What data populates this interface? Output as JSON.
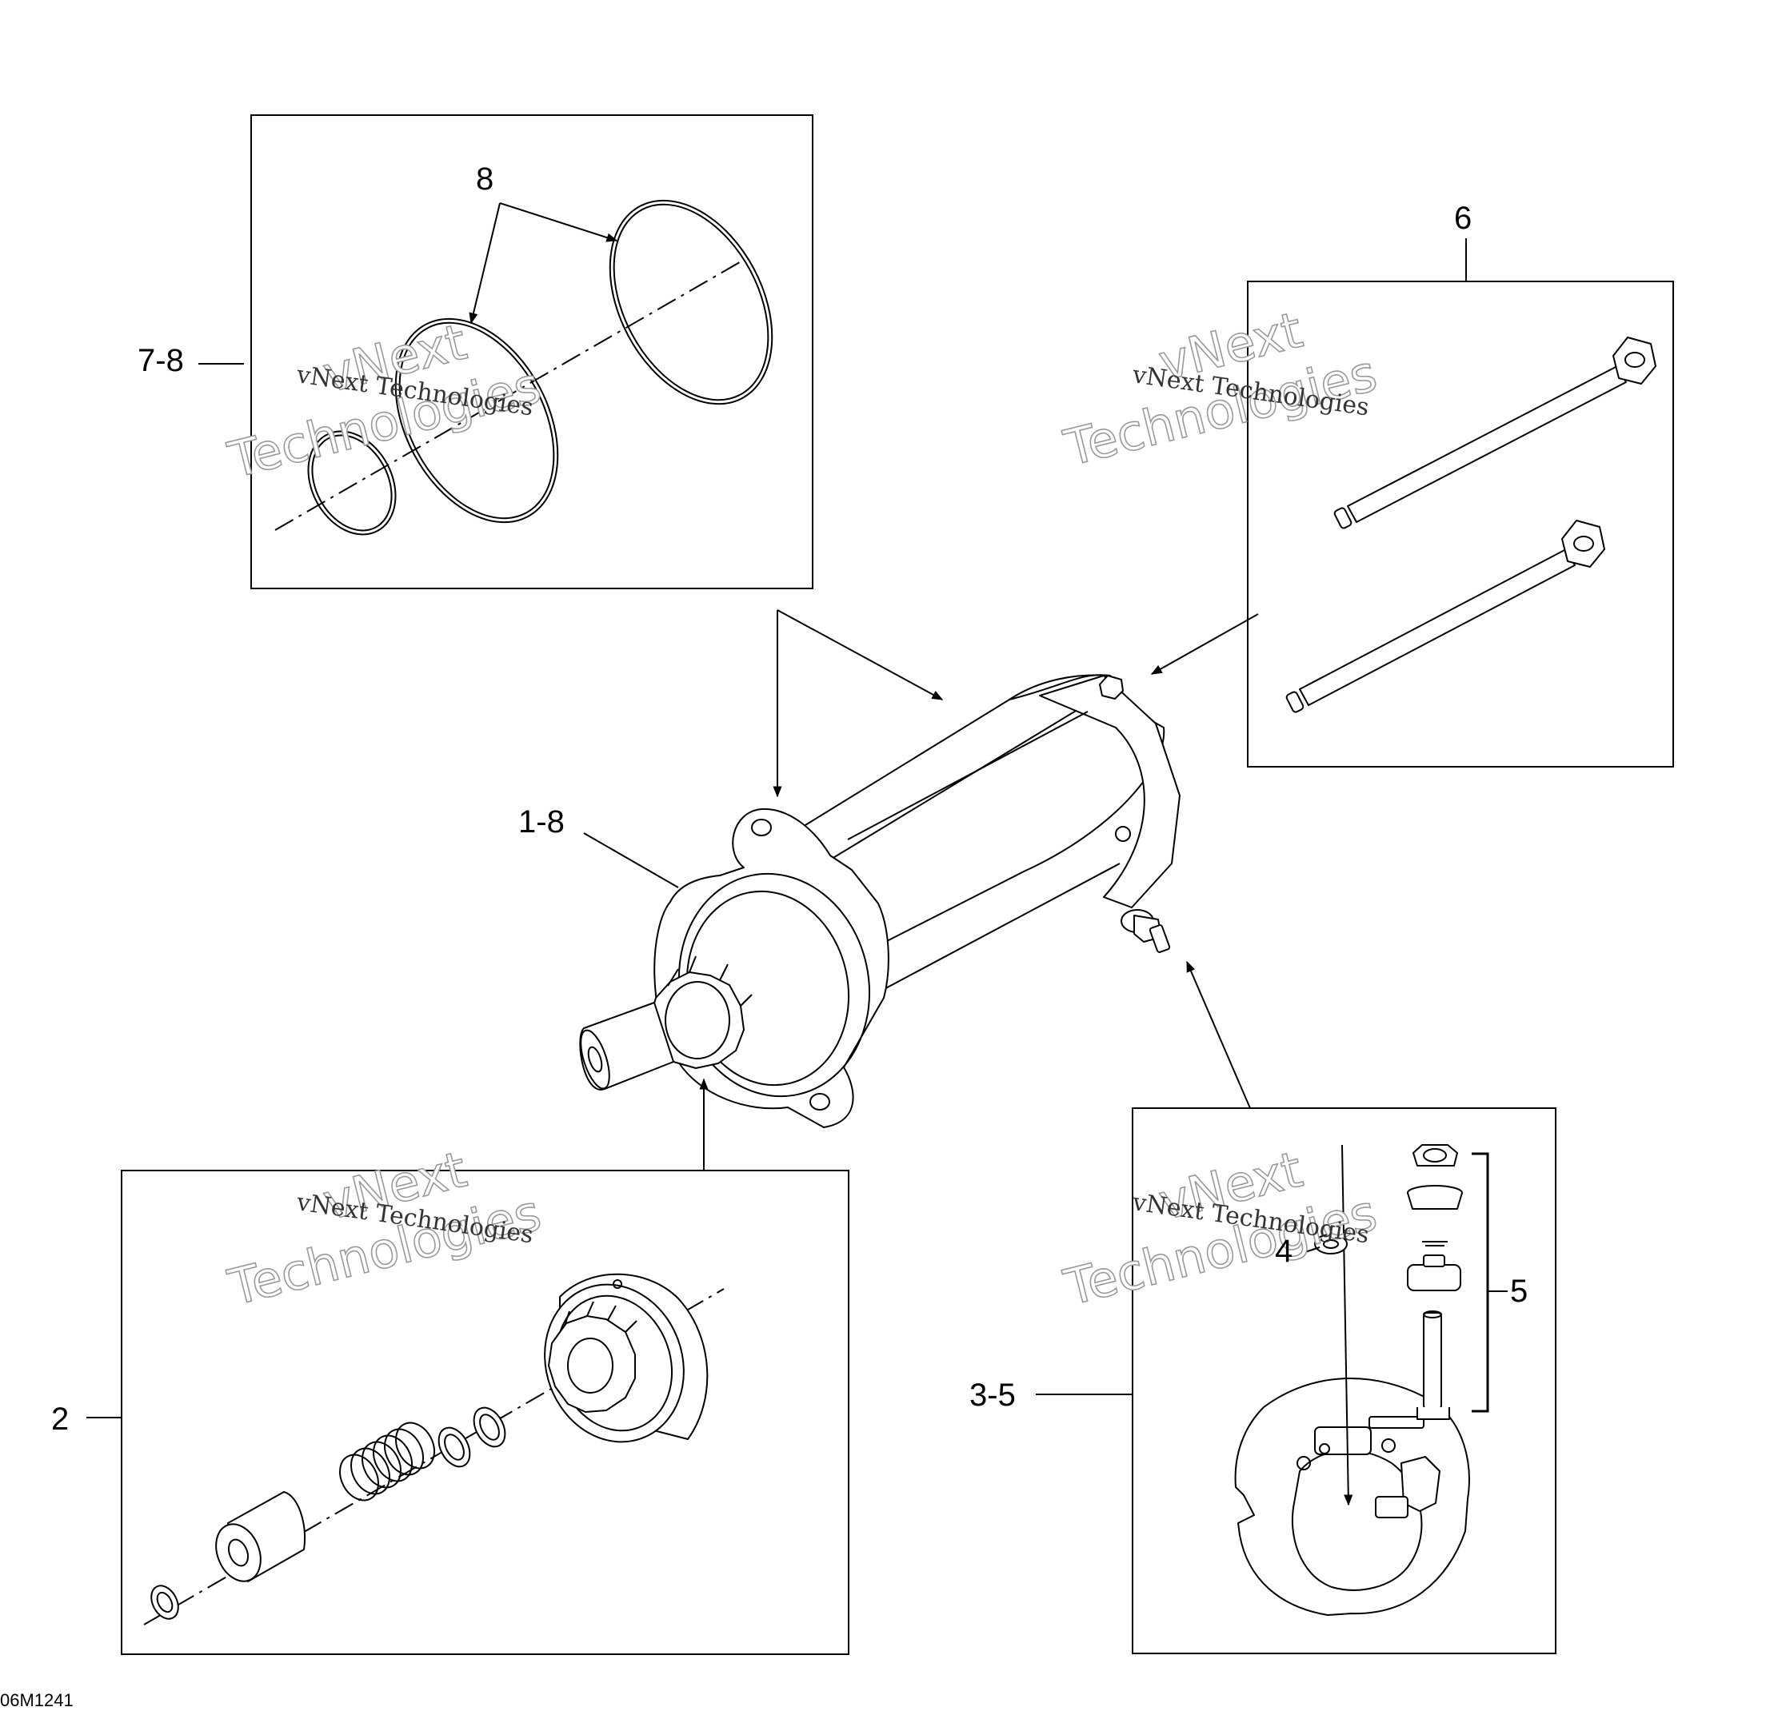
{
  "diagram": {
    "callouts": {
      "c8": "8",
      "c7_8": "7-8",
      "c6": "6",
      "c1_8": "1-8",
      "c2": "2",
      "c3_5": "3-5",
      "c4": "4",
      "c5": "5"
    },
    "watermark": {
      "small": "vNext Technologies",
      "big_line1": "vNext",
      "big_line2": "Technologies"
    },
    "drawing_code": "06M1241"
  }
}
